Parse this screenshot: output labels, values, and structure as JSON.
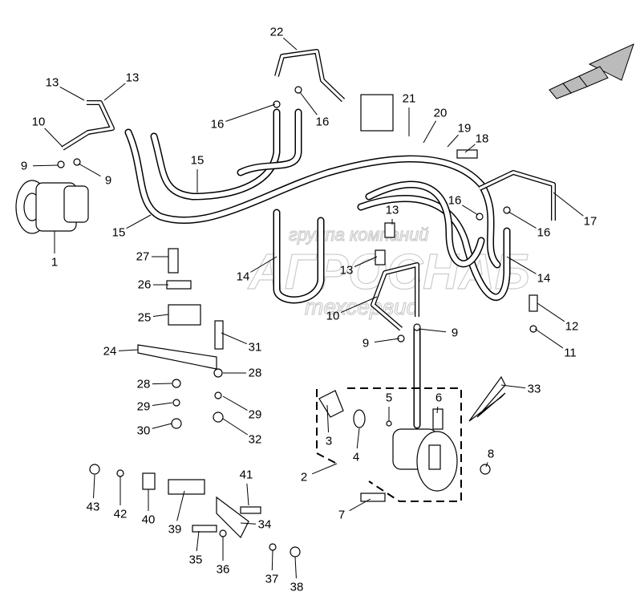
{
  "watermark": {
    "line1": "группа компаний",
    "line2": "АГРОСНАБ",
    "line3": "техсервис"
  },
  "direction_arrow_icon": "forward-arrow-icon",
  "callouts": [
    {
      "label": "22"
    },
    {
      "label": "13"
    },
    {
      "label": "13"
    },
    {
      "label": "16"
    },
    {
      "label": "16"
    },
    {
      "label": "21"
    },
    {
      "label": "20"
    },
    {
      "label": "19"
    },
    {
      "label": "18"
    },
    {
      "label": "10"
    },
    {
      "label": "9"
    },
    {
      "label": "9"
    },
    {
      "label": "15"
    },
    {
      "label": "15"
    },
    {
      "label": "1"
    },
    {
      "label": "16"
    },
    {
      "label": "13"
    },
    {
      "label": "17"
    },
    {
      "label": "16"
    },
    {
      "label": "27"
    },
    {
      "label": "14"
    },
    {
      "label": "13"
    },
    {
      "label": "14"
    },
    {
      "label": "26"
    },
    {
      "label": "25"
    },
    {
      "label": "10"
    },
    {
      "label": "12"
    },
    {
      "label": "9"
    },
    {
      "label": "9"
    },
    {
      "label": "31"
    },
    {
      "label": "11"
    },
    {
      "label": "24"
    },
    {
      "label": "28"
    },
    {
      "label": "28"
    },
    {
      "label": "33"
    },
    {
      "label": "29"
    },
    {
      "label": "29"
    },
    {
      "label": "30"
    },
    {
      "label": "32"
    },
    {
      "label": "5"
    },
    {
      "label": "6"
    },
    {
      "label": "3"
    },
    {
      "label": "4"
    },
    {
      "label": "2"
    },
    {
      "label": "8"
    },
    {
      "label": "43"
    },
    {
      "label": "42"
    },
    {
      "label": "40"
    },
    {
      "label": "41"
    },
    {
      "label": "39"
    },
    {
      "label": "34"
    },
    {
      "label": "35"
    },
    {
      "label": "36"
    },
    {
      "label": "37"
    },
    {
      "label": "38"
    },
    {
      "label": "7"
    }
  ]
}
